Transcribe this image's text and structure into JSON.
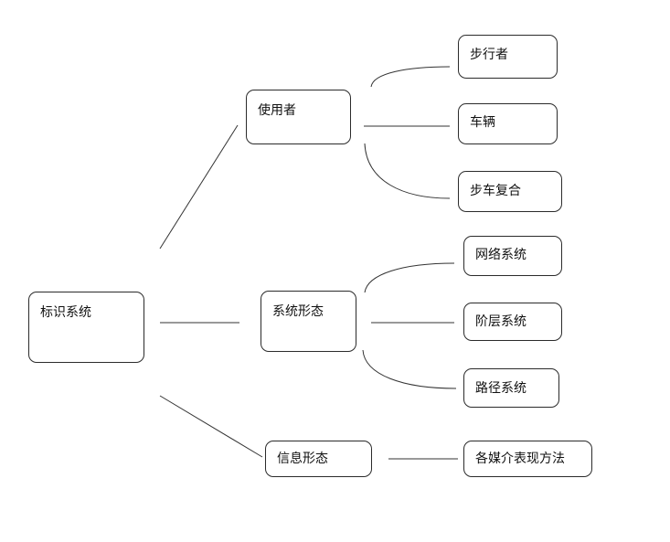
{
  "diagram": {
    "root": {
      "label": "标识系统"
    },
    "branches": [
      {
        "label": "使用者",
        "children": [
          "步行者",
          "车辆",
          "步车复合"
        ]
      },
      {
        "label": "系统形态",
        "children": [
          "网络系统",
          "阶层系统",
          "路径系统"
        ]
      },
      {
        "label": "信息形态",
        "children": [
          "各媒介表现方法"
        ]
      }
    ]
  }
}
